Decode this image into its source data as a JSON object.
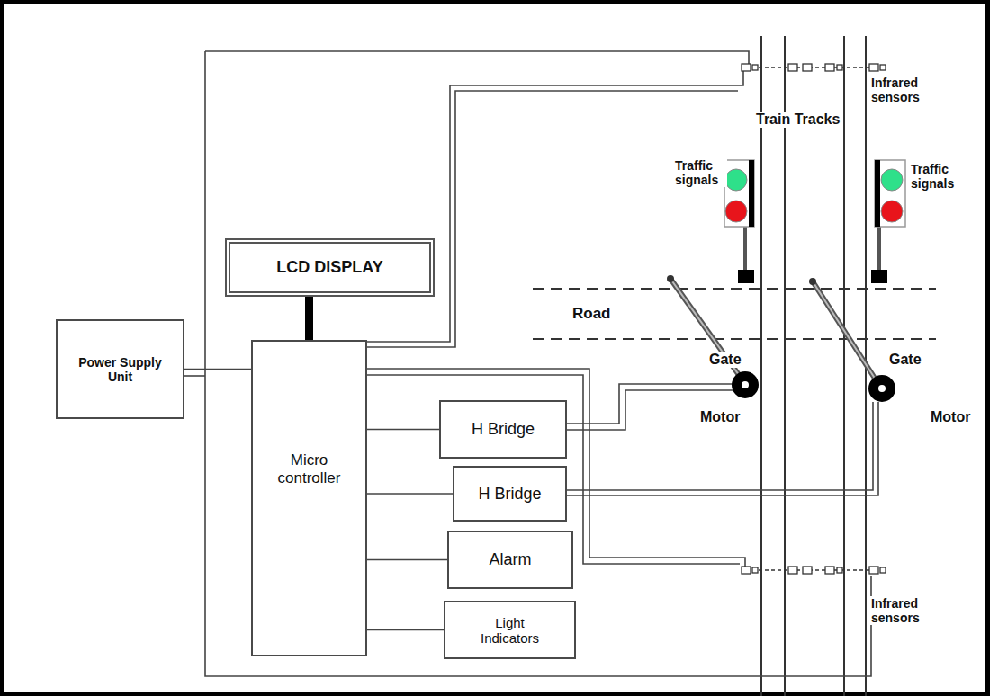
{
  "diagram": {
    "nodes": [
      {
        "text": [
          "LCD DISPLAY"
        ]
      },
      {
        "text": [
          "Power Supply Unit"
        ]
      },
      {
        "text": [
          "Micro controller"
        ]
      },
      {
        "text": [
          "H Bridge"
        ]
      },
      {
        "text": [
          "H Bridge"
        ]
      },
      {
        "text": [
          "Alarm"
        ]
      },
      {
        "text": [
          "Light Indicators"
        ]
      }
    ],
    "edges": [
      {
        "from": 1,
        "to": 2,
        "arrow": "none"
      },
      {
        "from": 0,
        "to": 2,
        "arrow": "none"
      },
      {
        "from": 2,
        "to": 3,
        "arrow": "none"
      },
      {
        "from": 2,
        "to": 4,
        "arrow": "none"
      },
      {
        "from": 2,
        "to": 5,
        "arrow": "none"
      },
      {
        "from": 2,
        "to": 6,
        "arrow": "none"
      }
    ],
    "labels": [
      "Infrared sensors",
      "Train Tracks",
      "Traffic signals",
      "Traffic signals",
      "Road",
      "Gate",
      "Gate",
      "Motor",
      "Motor",
      "Infrared sensors"
    ]
  }
}
